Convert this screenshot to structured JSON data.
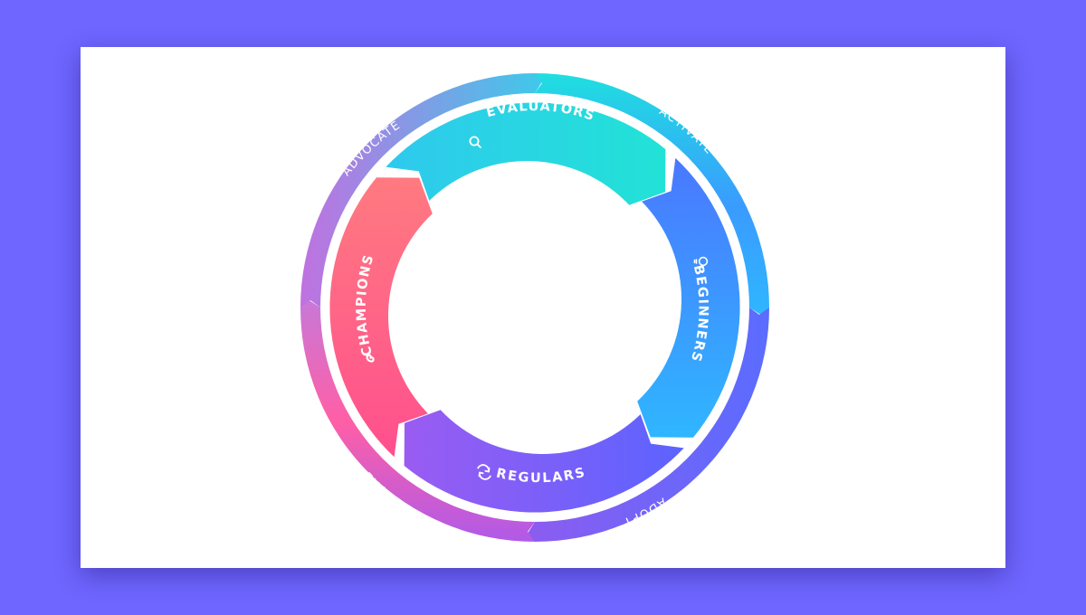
{
  "diagram": {
    "outer_ring": [
      {
        "label": "ACTIVATE"
      },
      {
        "label": "ADOPT"
      },
      {
        "label": "ADORE"
      },
      {
        "label": "ADVOCATE"
      }
    ],
    "stages": [
      {
        "label": "EVALUATORS",
        "icon": "search-icon"
      },
      {
        "label": "BEGINNERS",
        "icon": "lightbulb-icon"
      },
      {
        "label": "REGULARS",
        "icon": "refresh-icon"
      },
      {
        "label": "CHAMPIONS",
        "icon": "heart-icon"
      }
    ]
  }
}
